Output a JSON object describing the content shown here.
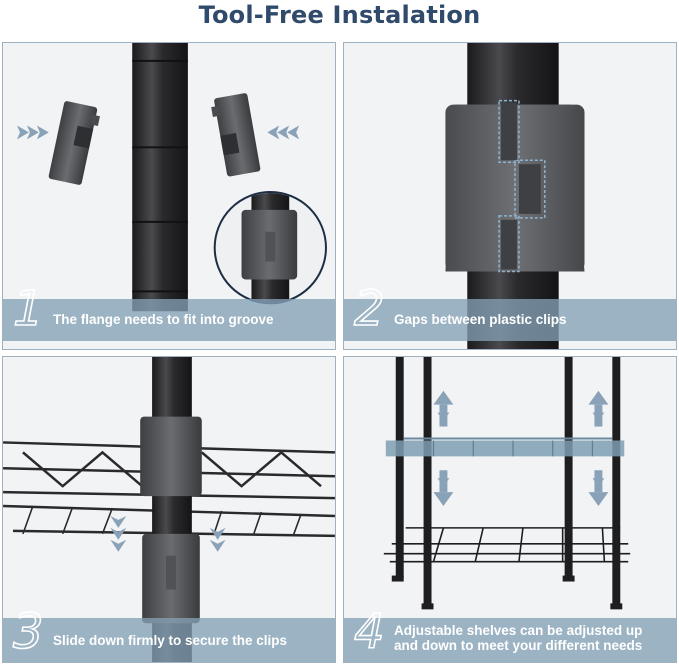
{
  "title": "Tool-Free Instalation",
  "steps": [
    {
      "number": "1",
      "caption": "The flange needs to fit into groove"
    },
    {
      "number": "2",
      "caption": "Gaps between plastic clips"
    },
    {
      "number": "3",
      "caption": "Slide down firmly to secure the clips"
    },
    {
      "number": "4",
      "caption": "Adjustable shelves can be adjusted up and down to meet your different needs"
    }
  ],
  "colors": {
    "title": "#2f4a6b",
    "caption_band": "#84a0b5",
    "panel_border": "#9fb0bf",
    "pole": "#2a2a2c",
    "clip": "#5e6064",
    "arrow": "#8aa2b8",
    "shelf_highlight": "#7f9db1"
  },
  "icons": [
    "double-chevron-arrow-icon",
    "double-headed-arrow-icon"
  ]
}
